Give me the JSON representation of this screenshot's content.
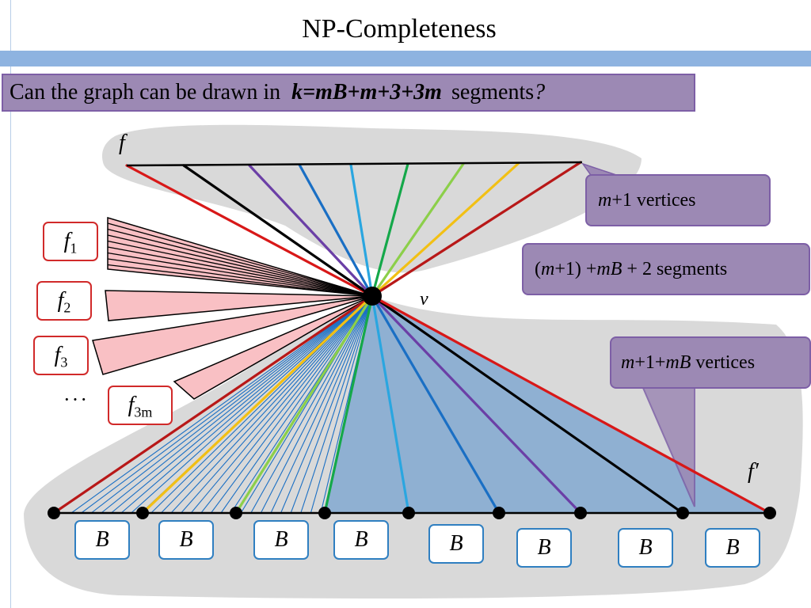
{
  "slide": {
    "title": "NP-Completeness",
    "question": {
      "prefix": "Can the graph can be drawn in",
      "math": "k=mB+m+3+3m",
      "suffix": "segments",
      "qmark": "?"
    }
  },
  "labels": {
    "top_face": "f",
    "center_vertex": "v",
    "bottom_face": "f′",
    "ellipsis": "···"
  },
  "fan_labels": [
    {
      "base": "f",
      "sub": "1"
    },
    {
      "base": "f",
      "sub": "2"
    },
    {
      "base": "f",
      "sub": "3"
    },
    {
      "base": "f",
      "sub": "3m"
    }
  ],
  "callouts": {
    "top": {
      "var": "m",
      "rest": "+1 vertices"
    },
    "mid": {
      "open": "(",
      "var1": "m",
      "mid": "+1) +",
      "var2": "mB",
      "rest": " + 2 segments"
    },
    "low": {
      "var1": "m",
      "mid": "+1+",
      "var2": "mB",
      "rest": " vertices"
    }
  },
  "b_boxes": [
    "B",
    "B",
    "B",
    "B",
    "B",
    "B",
    "B",
    "B"
  ],
  "colors": {
    "title_bar": "#8eb3e0",
    "callout_fill": "#9c89b4",
    "callout_border": "#7d5fa6",
    "face_gray": "#d9d9d9",
    "fan_pink": "#f9c0c4",
    "blue_fill": "#8fb0d2",
    "fan_lines": [
      "#d81818",
      "#000000",
      "#6b3fa6",
      "#1a6fc4",
      "#2aa6e0",
      "#15a84a",
      "#8ccf4a",
      "#f2c014",
      "#b81818"
    ]
  }
}
